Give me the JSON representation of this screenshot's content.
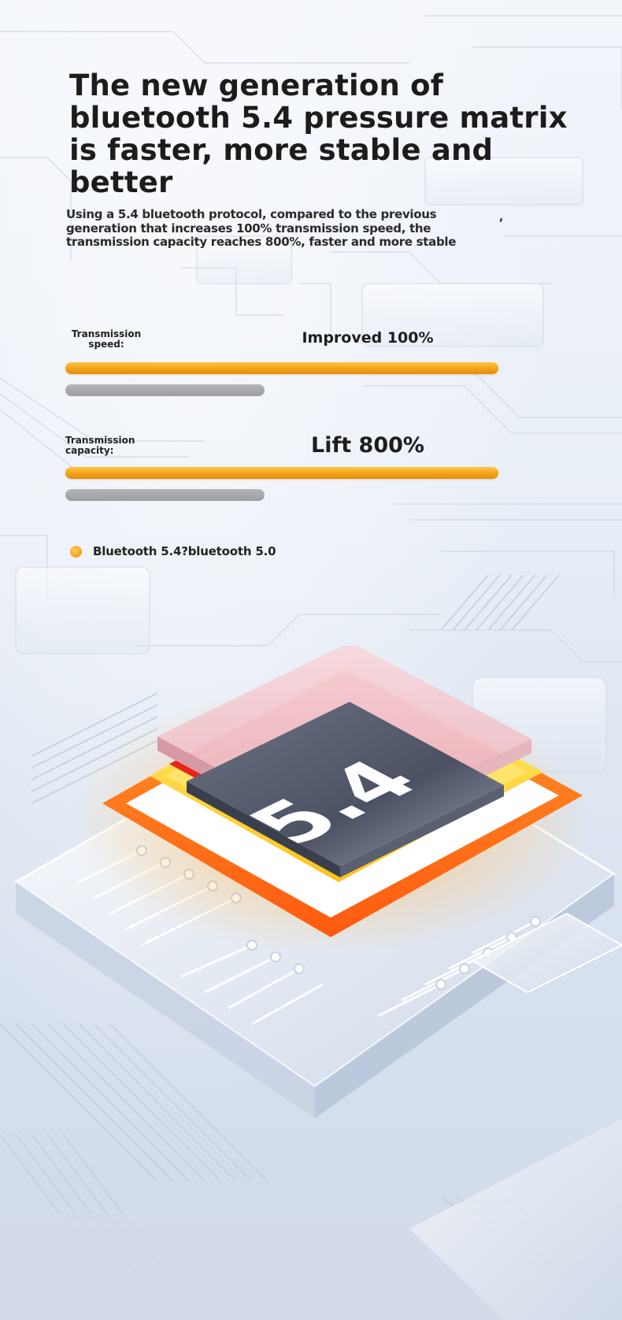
{
  "headline": "The new generation of bluetooth 5.4 pressure matrix is faster, more stable and better",
  "description": "Using a 5.4 bluetooth protocol, compared to the previous generation that increases 100% transmission speed, the transmission capacity reaches 800%, faster and more stable",
  "stray_mark": ",",
  "metrics": [
    {
      "label": "Transmission speed:",
      "value_text": "Improved 100%",
      "new_level": 1.0,
      "old_level": 0.46
    },
    {
      "label": "Transmission capacity:",
      "value_text": "Lift 800%",
      "new_level": 1.0,
      "old_level": 0.46
    }
  ],
  "legend": {
    "text": "Bluetooth 5.4?bluetooth 5.0"
  },
  "chip": {
    "label": "5.4"
  },
  "colors": {
    "accent_orange": "#f2a21a",
    "bar_gray": "#a3a4a8",
    "chip_glow": "#ff7a1a",
    "chip_top": "#4f5566"
  }
}
